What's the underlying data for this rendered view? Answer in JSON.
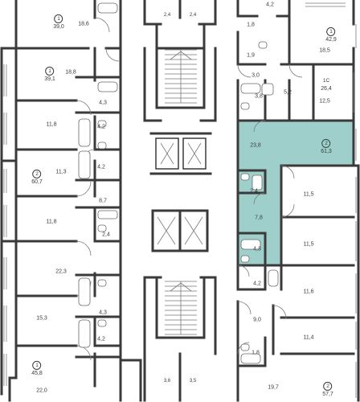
{
  "colors": {
    "highlight_fill": "#9fcfca",
    "highlight_stroke": "#5d9a94",
    "wall": "#3a3a3a"
  },
  "apartments": [
    {
      "id": "apt-1-top",
      "number": "1",
      "area": "39,0",
      "highlighted": false
    },
    {
      "id": "apt-1-second",
      "number": "1",
      "area": "39,1",
      "highlighted": false
    },
    {
      "id": "apt-2-left",
      "number": "2",
      "area": "60,7",
      "highlighted": false
    },
    {
      "id": "apt-1-bottom",
      "number": "1",
      "area": "45,8",
      "highlighted": false
    },
    {
      "id": "apt-1-right-top",
      "number": "1",
      "area": "42,9",
      "highlighted": false
    },
    {
      "id": "apt-1c",
      "number": "1С",
      "area": "26,4",
      "highlighted": false
    },
    {
      "id": "apt-2-selected",
      "number": "2",
      "area": "61,3",
      "highlighted": true
    },
    {
      "id": "apt-2-right-bottom",
      "number": "2",
      "area": "57,7",
      "highlighted": false
    }
  ],
  "room_areas": {
    "l_top_room": "18,6",
    "l_room_2": "18,8",
    "l_bath_2": "4,3",
    "l_room_3": "11,8",
    "l_bath_3": "4,2",
    "l_bath_4": "4,2",
    "l_room_4": "11,3",
    "l_hall_4": "8,7",
    "l_room_5": "11,8",
    "l_bath_5": "2,4",
    "l_room_6": "22,3",
    "l_room_7": "15,3",
    "l_bath_7": "4,3",
    "l_bath_8": "4,2",
    "l_room_8": "22,0",
    "c_top_left": "2,4",
    "c_top_right": "2,4",
    "c_bot_left": "3,6",
    "c_bot_right": "3,5",
    "r_top_a": "4,2",
    "r_bath_1": "1,8",
    "r_room_1": "18,5",
    "r_bath_2": "1,9",
    "r_hall_1c": "3,0",
    "r_bath_1c": "3,8",
    "r_kitchen_1c": "5,2",
    "r_room_1c": "12,5",
    "s_living": "23,8",
    "s_bath": "2,4",
    "s_room_a": "11,5",
    "s_hall": "7,8",
    "s_room_b": "11,5",
    "s_wc": "4,3",
    "r_bath_b": "4,2",
    "r_room_b1": "11,6",
    "r_hall_b": "9,0",
    "r_room_b2": "11,4",
    "r_bath_c": "1,8",
    "r_room_c": "19,7"
  }
}
